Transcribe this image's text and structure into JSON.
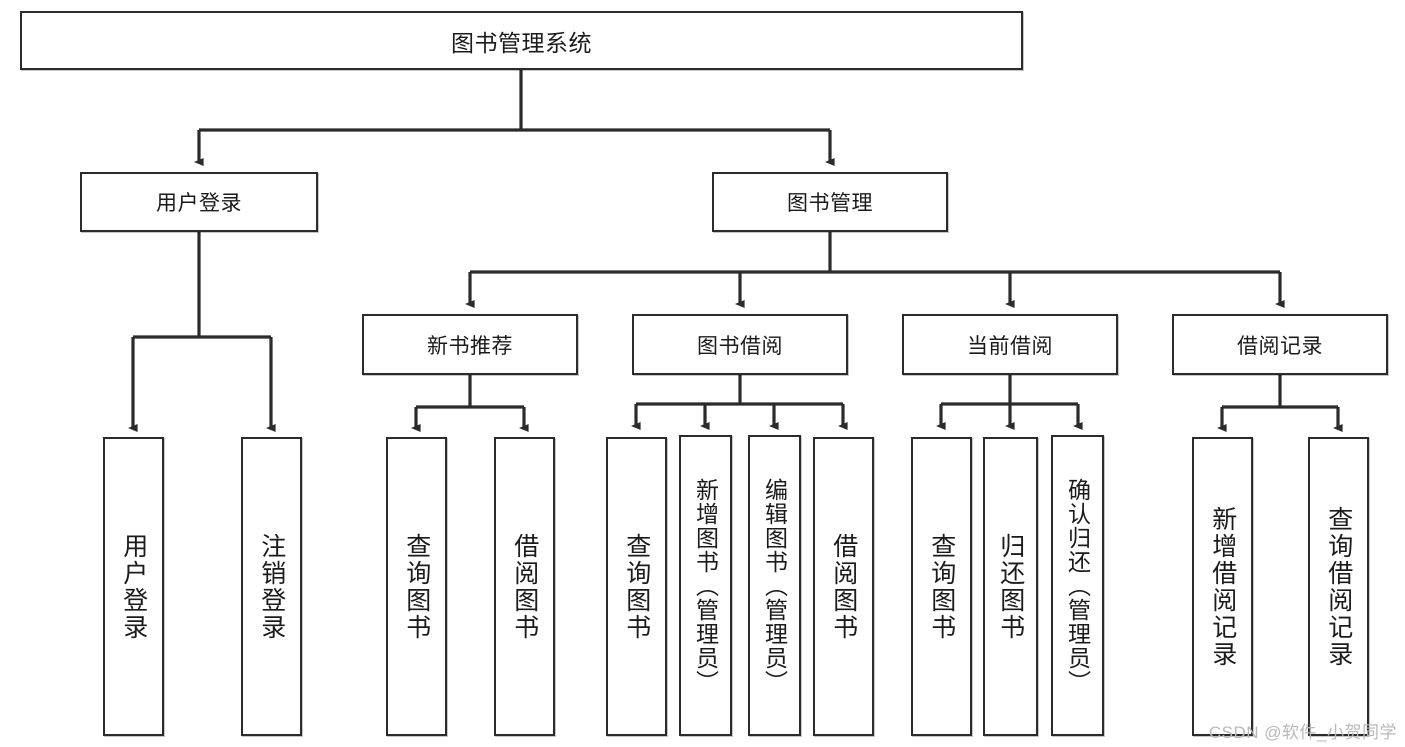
{
  "diagram": {
    "title": "图书管理系统",
    "type": "tree",
    "root": {
      "label": "图书管理系统"
    },
    "level1": [
      {
        "label": "用户登录"
      },
      {
        "label": "图书管理"
      }
    ],
    "level2": [
      {
        "label": "新书推荐"
      },
      {
        "label": "图书借阅"
      },
      {
        "label": "当前借阅"
      },
      {
        "label": "借阅记录"
      }
    ],
    "leaves": {
      "user_login": [
        {
          "label": "用户登录"
        },
        {
          "label": "注销登录"
        }
      ],
      "new_book_recommend": [
        {
          "label": "查询图书"
        },
        {
          "label": "借阅图书"
        }
      ],
      "book_borrow": [
        {
          "label": "查询图书"
        },
        {
          "label": "新增图书（管理员）"
        },
        {
          "label": "编辑图书（管理员）"
        },
        {
          "label": "借阅图书"
        }
      ],
      "current_borrow": [
        {
          "label": "查询图书"
        },
        {
          "label": "归还图书"
        },
        {
          "label": "确认归还（管理员）"
        }
      ],
      "borrow_record": [
        {
          "label": "新增借阅记录"
        },
        {
          "label": "查询借阅记录"
        }
      ]
    }
  },
  "watermark": {
    "text": "CSDN @软件_小贺同学"
  },
  "colors": {
    "stroke": "#2b2b2b",
    "fill": "#ffffff",
    "text": "#1b1b1b",
    "watermark": "#b9b9b9",
    "background": "#ffffff"
  }
}
